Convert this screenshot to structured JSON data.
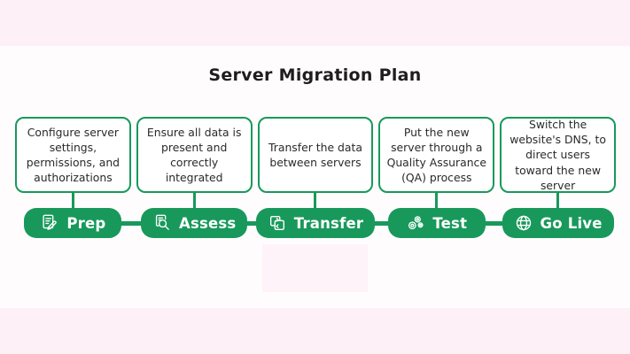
{
  "title": "Server Migration Plan",
  "stages": [
    {
      "box_text": "Configure server settings, permissions, and authorizations",
      "label": "Prep",
      "icon": "document-pencil-icon"
    },
    {
      "box_text": "Ensure all data is present and correctly integrated",
      "label": "Assess",
      "icon": "magnifier-document-icon"
    },
    {
      "box_text": "Transfer the data between servers",
      "label": "Transfer",
      "icon": "swap-squares-icon"
    },
    {
      "box_text": "Put the new server through a Quality Assurance (QA) process",
      "label": "Test",
      "icon": "gears-icon"
    },
    {
      "box_text": "Switch the website's DNS, to direct users toward the new server",
      "label": "Go Live",
      "icon": "globe-icon"
    }
  ],
  "colors": {
    "accent_green": "#18995B",
    "band_pink": "#FDF0F7",
    "background": "#FFFCFD",
    "box_background": "#FFFFFF",
    "text_dark": "#1E1E1E",
    "pill_text": "#FFFFFF"
  }
}
